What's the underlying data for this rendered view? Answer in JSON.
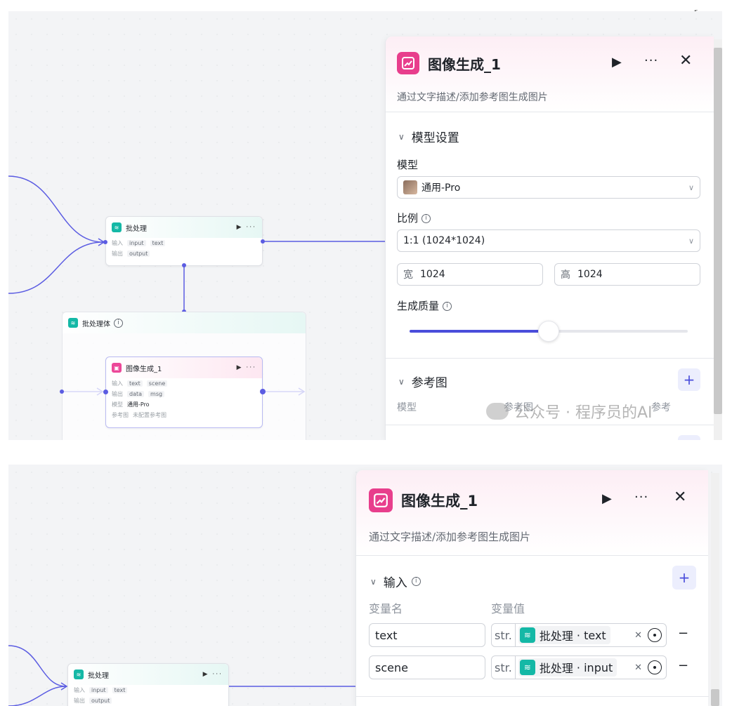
{
  "canvas": {
    "batch_node": {
      "title": "批处理",
      "tools_more": "···",
      "row_input_label": "输入",
      "row_output_label": "输出",
      "inputs": [
        "input",
        "text"
      ],
      "outputs": [
        "output"
      ]
    },
    "batch_body": {
      "title": "批处理体"
    },
    "image_node": {
      "title": "图像生成_1",
      "row_input_label": "输入",
      "row_output_label": "输出",
      "row_model_label": "模型",
      "row_ref_label": "参考图",
      "inputs": [
        "text",
        "scene"
      ],
      "outputs": [
        "data",
        "msg"
      ],
      "model": "通用-Pro",
      "ref_value": "未配置参考图"
    }
  },
  "panel": {
    "title": "图像生成_1",
    "description": "通过文字描述/添加参考图生成图片",
    "more": "···",
    "close": "✕",
    "model_section": {
      "title": "模型设置",
      "model_label": "模型",
      "model_value": "通用-Pro",
      "ratio_label": "比例",
      "ratio_value": "1:1 (1024*1024)",
      "width_key": "宽",
      "width_value": "1024",
      "height_key": "高",
      "height_value": "1024",
      "quality_label": "生成质量",
      "quality_level": 0.5
    },
    "ref_section": {
      "title": "参考图",
      "col_model": "模型",
      "col_ref": "参考图",
      "col_weight": "参考"
    },
    "input_section": {
      "title": "输入",
      "col_name": "变量名",
      "col_value": "变量值",
      "rows": [
        {
          "name": "text",
          "type": "str.",
          "ref_node": "批处理",
          "ref_sep": "·",
          "ref_field": "text"
        },
        {
          "name": "scene",
          "type": "str.",
          "ref_node": "批处理",
          "ref_sep": "·",
          "ref_field": "input"
        }
      ]
    }
  },
  "watermark": {
    "text": "公众号 · 程序员的AI"
  },
  "colors": {
    "accent": "#4a4ddb",
    "edge": "#5b5ce2",
    "teal": "#14b8a6",
    "pink": "#e83e8c"
  },
  "icons": [
    "expand-icon",
    "play-icon",
    "more-icon",
    "close-icon",
    "chevron-down-icon",
    "info-icon",
    "plus-icon",
    "target-icon",
    "minus-icon",
    "batch-icon",
    "image-gen-icon"
  ]
}
